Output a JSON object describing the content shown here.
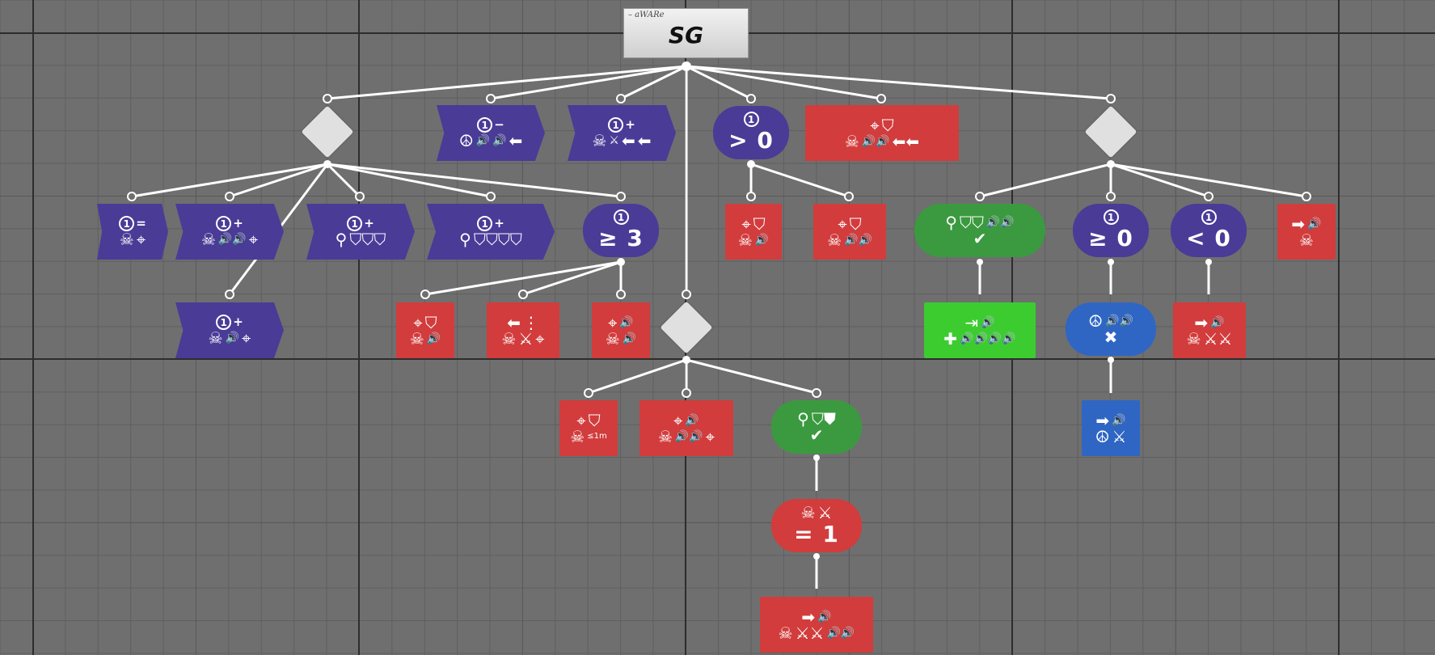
{
  "root": {
    "caption": "– aWARe",
    "title": "SG"
  },
  "colors": {
    "purple": "#4a3b97",
    "red": "#d23c3c",
    "green": "#3b9a3f",
    "lime": "#3ccc30",
    "blue": "#2f66c4",
    "diamond": "#e0e0e0",
    "edge": "#ffffff"
  },
  "labels": {
    "gt0": "> 0",
    "ge3": "≥ 3",
    "ge0": "≥ 0",
    "lt0": "< 0",
    "eq1": "= 1",
    "dist": "≤1m",
    "sub_minus": "−",
    "sub_plus": "+",
    "sub_eq": "=",
    "one": "1"
  }
}
